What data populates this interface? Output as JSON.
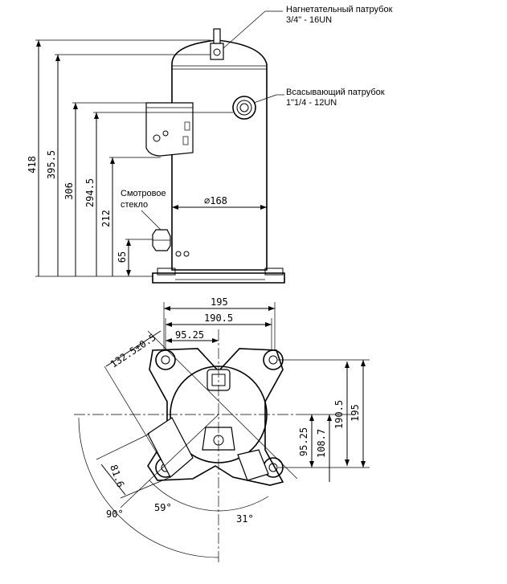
{
  "labels": {
    "discharge_title": "Нагнетательный патрубок",
    "discharge_spec": "3/4\" - 16UN",
    "suction_title": "Всасывающий патрубок",
    "suction_spec": "1\"1/4 - 12UN",
    "sight_glass_line1": "Смотровое",
    "sight_glass_line2": "стекло"
  },
  "dimensions": {
    "overall_height": "418",
    "discharge_height": "395.5",
    "box_top": "306",
    "suction_height": "294.5",
    "box_bottom": "212",
    "sight_glass_height": "65",
    "diameter": "∅168",
    "width_outer": "195",
    "width_inner": "190.5",
    "offset_top": "95.25",
    "diagonal": "132.5±0.5",
    "depth_outer": "195",
    "depth_inner": "190.5",
    "offset_right_1": "108.7",
    "offset_right_2": "95.25",
    "offset_small": "81.6",
    "angle_90": "90°",
    "angle_59": "59°",
    "angle_31": "31°"
  }
}
